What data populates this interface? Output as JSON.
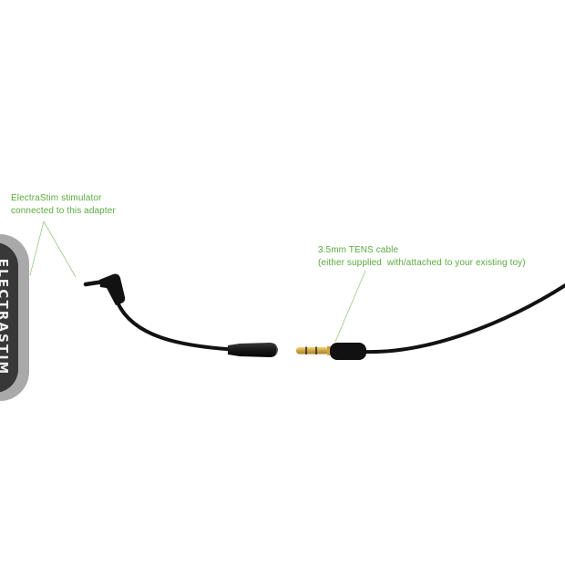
{
  "colors": {
    "annotation": "#5aab3d",
    "leader_line": "#a2cd8e",
    "cable": "#121212",
    "plug_gold": "#cfa640",
    "plug_gold_light": "#f1d27a",
    "device_outer": "#a9a9a9",
    "device_inner": "#383838",
    "device_text": "#efefef",
    "background": "#ffffff"
  },
  "device": {
    "brand": "ELECTRASTIM"
  },
  "annotations": {
    "adapter": {
      "lines": [
        "ElectraStim stimulator",
        "connected to this adapter"
      ]
    },
    "cable": {
      "lines": [
        "3.5mm TENS cable",
        "(either supplied  with/attached to your existing toy)"
      ]
    }
  },
  "icons": {
    "adapter": "right-angle-adapter-cable-icon",
    "cable": "3-5mm-jack-plug-icon"
  }
}
